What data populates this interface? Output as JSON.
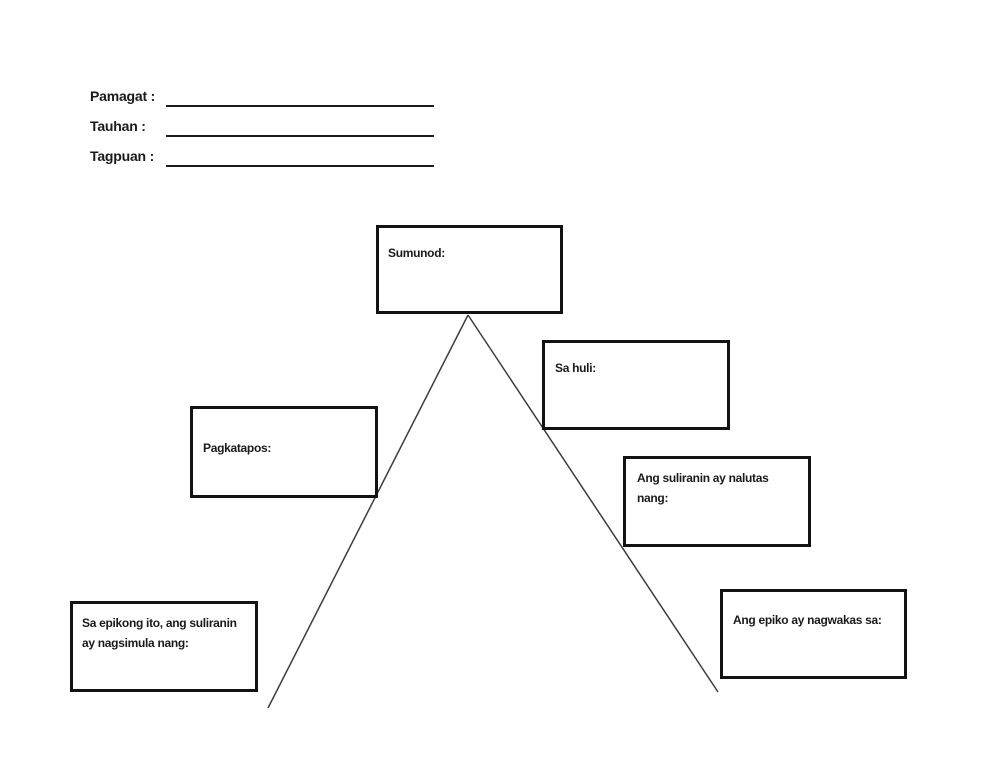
{
  "page": {
    "background": "#ffffff",
    "ink": "#1a1a1a",
    "line_color": "#3d3d3d"
  },
  "header": {
    "fields": [
      {
        "label": "Pamagat :",
        "value": ""
      },
      {
        "label": "Tauhan :",
        "value": ""
      },
      {
        "label": "Tagpuan :",
        "value": ""
      }
    ]
  },
  "diagram": {
    "type": "story-mountain",
    "boxes": [
      {
        "name": "sumunod",
        "label": "Sumunod:"
      },
      {
        "name": "sa-huli",
        "label": "Sa huli:"
      },
      {
        "name": "pagkatapos",
        "label": "Pagkatapos:"
      },
      {
        "name": "suliranin-nalutas",
        "label": [
          "Ang suliranin ay nalutas",
          "nang:"
        ]
      },
      {
        "name": "suliranin-nagsimula",
        "label": [
          "Sa epikong ito, ang suliranin",
          "ay nagsimula nang:"
        ]
      },
      {
        "name": "epiko-nagwakas",
        "label": "Ang epiko ay nagwakas sa:"
      }
    ]
  }
}
